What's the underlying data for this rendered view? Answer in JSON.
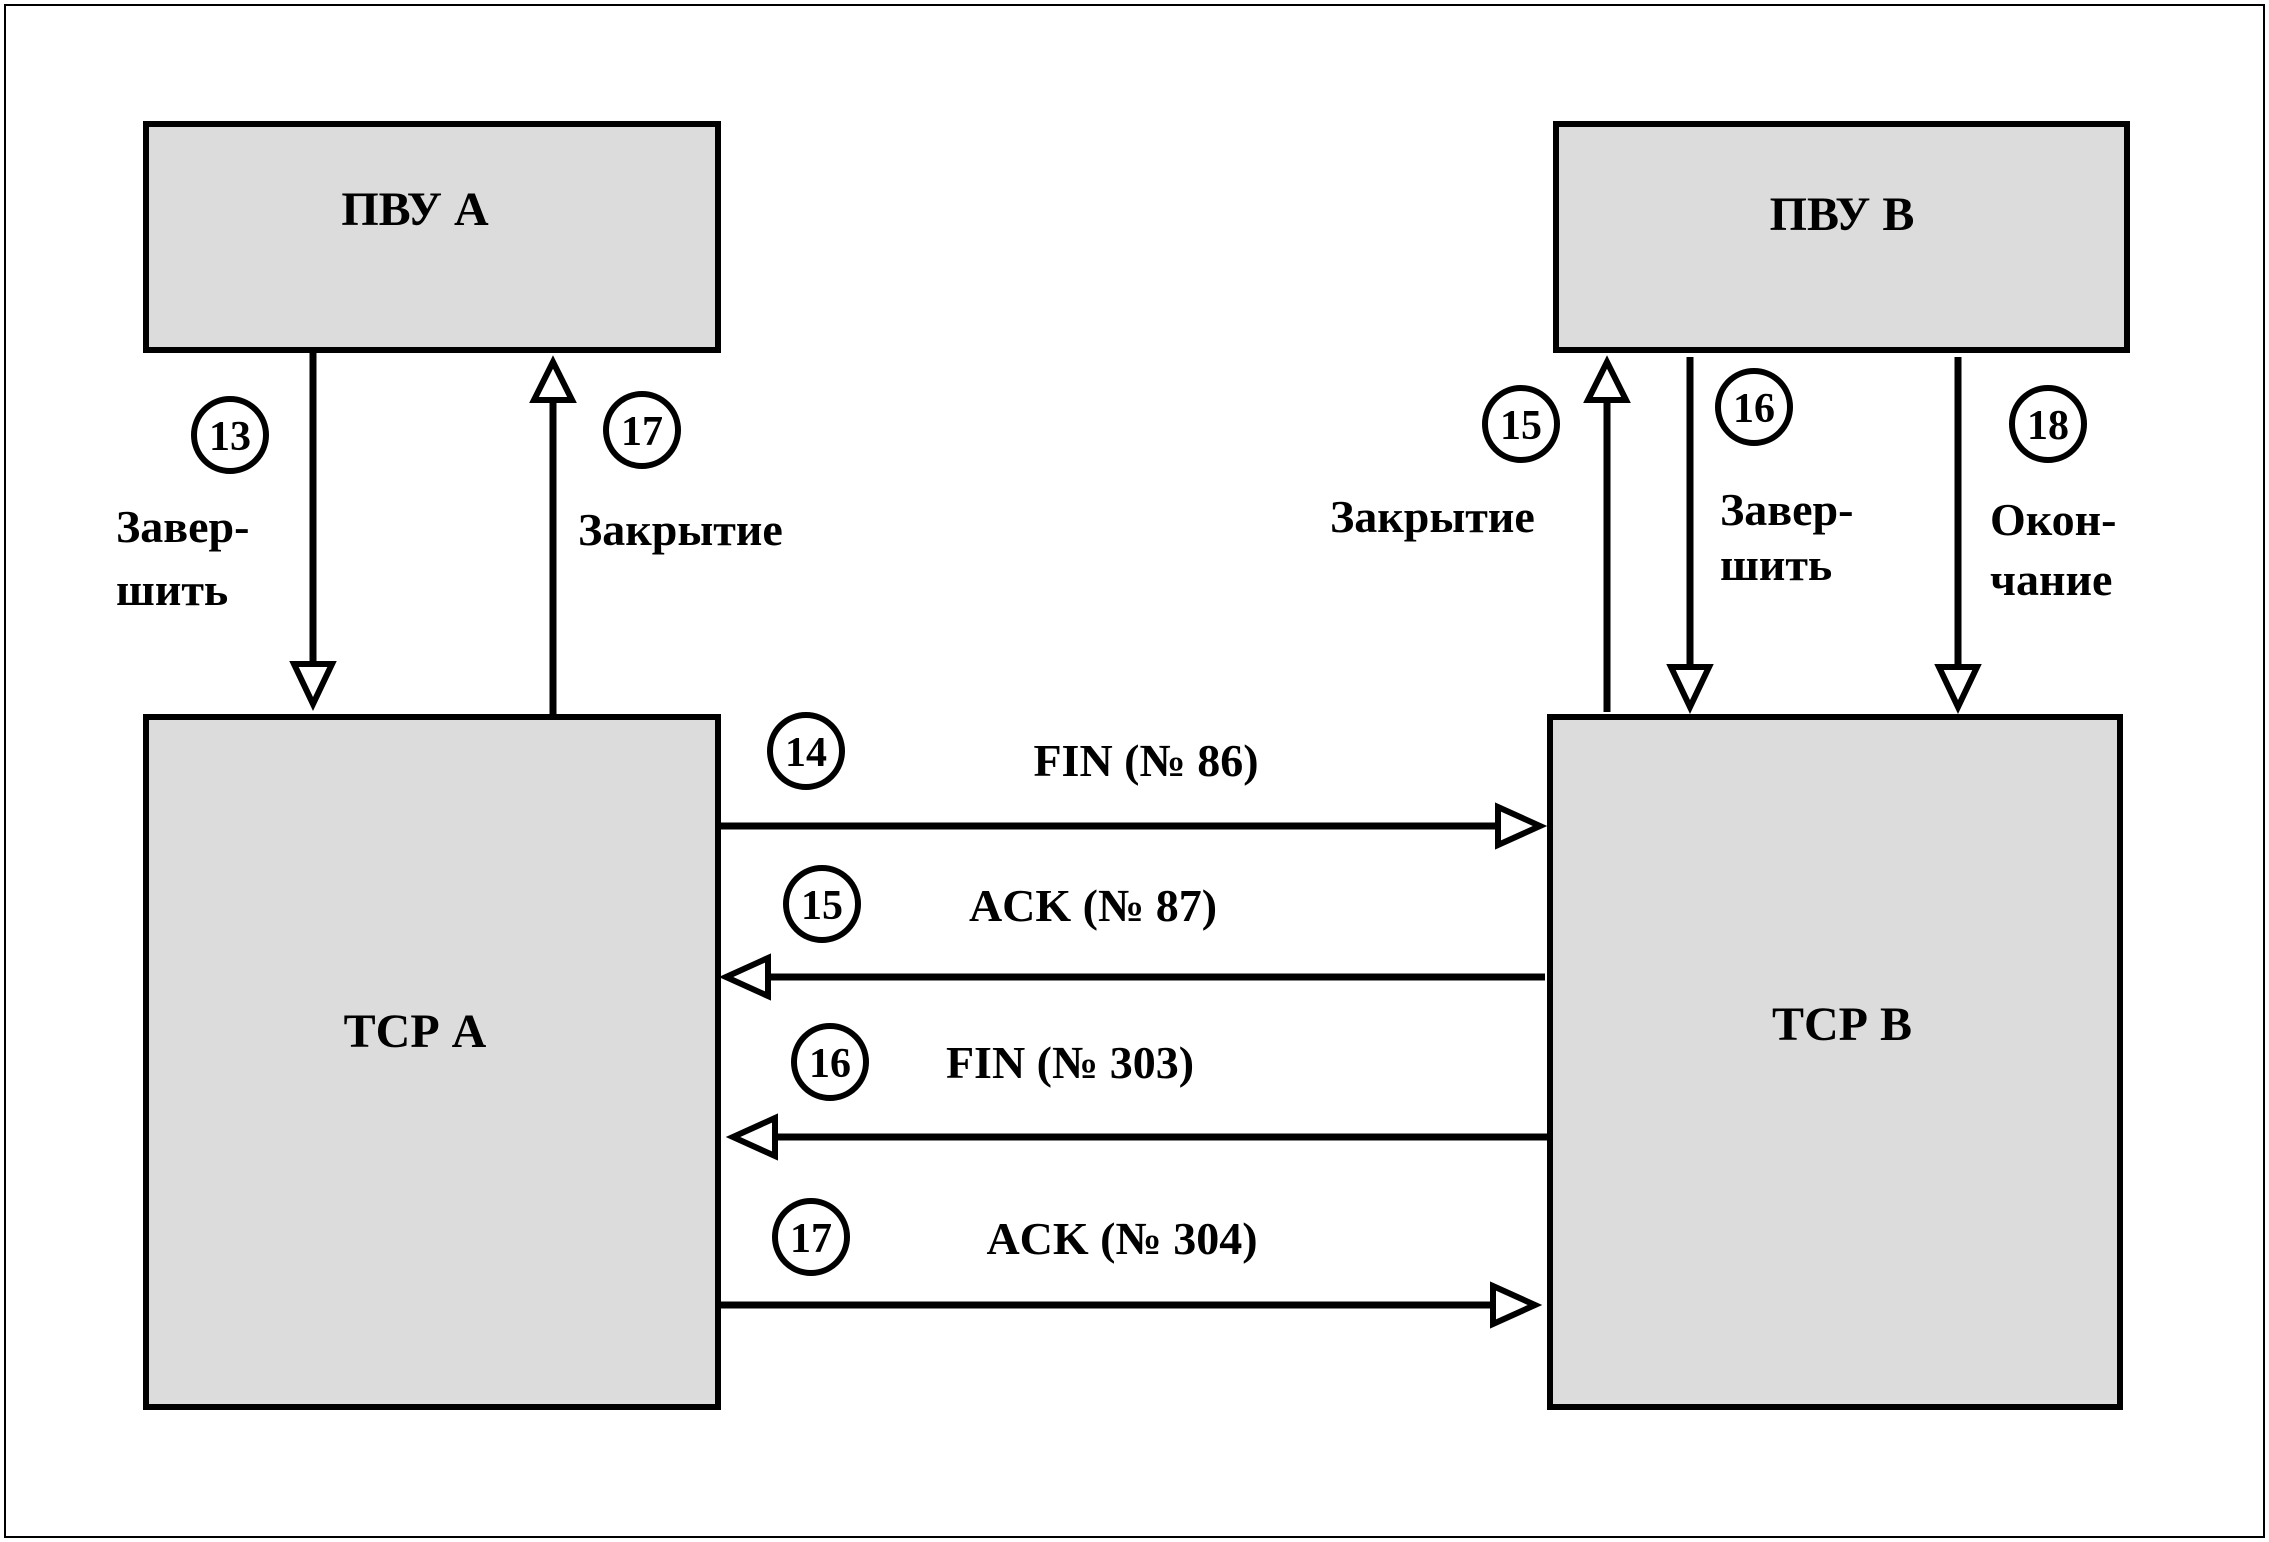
{
  "boxes": {
    "pvu_a": "ПВУ А",
    "pvu_b": "ПВУ В",
    "tcp_a": "ТСР А",
    "tcp_b": "ТСР В"
  },
  "vertical": {
    "a_down": {
      "step": "13",
      "label_line1": "Завер-",
      "label_line2": "шить"
    },
    "a_up": {
      "step": "17",
      "label": "Закрытие"
    },
    "b_up": {
      "step": "15",
      "label": "Закрытие"
    },
    "b_down1": {
      "step": "16",
      "label_line1": "Завер-",
      "label_line2": "шить"
    },
    "b_down2": {
      "step": "18",
      "label_line1": "Окон-",
      "label_line2": "чание"
    }
  },
  "messages": [
    {
      "step": "14",
      "label": "FIN (№ 86)",
      "direction": "right"
    },
    {
      "step": "15",
      "label": "ACK (№ 87)",
      "direction": "left"
    },
    {
      "step": "16",
      "label": "FIN (№ 303)",
      "direction": "left"
    },
    {
      "step": "17",
      "label": "ACK (№ 304)",
      "direction": "right"
    }
  ]
}
